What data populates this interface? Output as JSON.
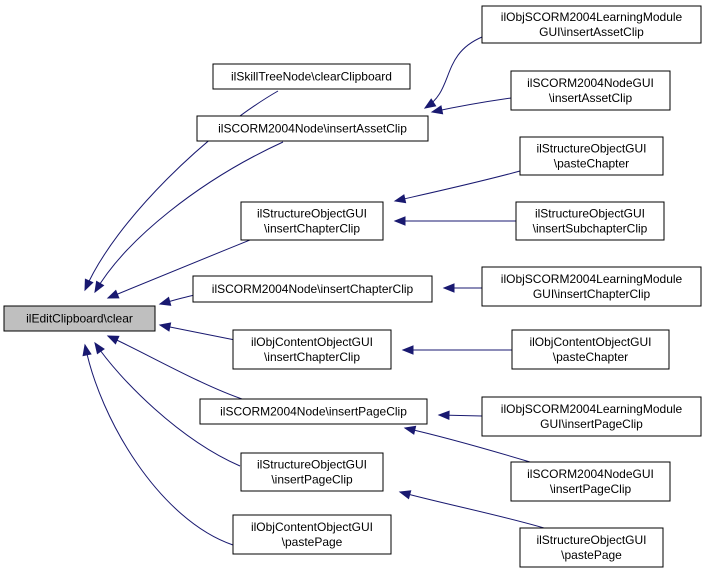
{
  "graph": {
    "edge_color": "#191970",
    "root_fill": "#bfbfbf",
    "nodes": [
      {
        "id": "root",
        "lines": [
          "ilEditClipboard\\clear"
        ]
      },
      {
        "id": "skilltree",
        "lines": [
          "ilSkillTreeNode\\clearClipboard"
        ]
      },
      {
        "id": "scorm_asset",
        "lines": [
          "ilSCORM2004Node\\insertAssetClip"
        ]
      },
      {
        "id": "lm_asset",
        "lines": [
          "ilObjSCORM2004LearningModule",
          "GUI\\insertAssetClip"
        ]
      },
      {
        "id": "nodegui_asset",
        "lines": [
          "ilSCORM2004NodeGUI",
          "\\insertAssetClip"
        ]
      },
      {
        "id": "sog_chapter",
        "lines": [
          "ilStructureObjectGUI",
          "\\insertChapterClip"
        ]
      },
      {
        "id": "sog_paste_chapter",
        "lines": [
          "ilStructureObjectGUI",
          "\\pasteChapter"
        ]
      },
      {
        "id": "sog_subchapter",
        "lines": [
          "ilStructureObjectGUI",
          "\\insertSubchapterClip"
        ]
      },
      {
        "id": "scorm_chapter",
        "lines": [
          "ilSCORM2004Node\\insertChapterClip"
        ]
      },
      {
        "id": "lm_chapter",
        "lines": [
          "ilObjSCORM2004LearningModule",
          "GUI\\insertChapterClip"
        ]
      },
      {
        "id": "cog_chapter",
        "lines": [
          "ilObjContentObjectGUI",
          "\\insertChapterClip"
        ]
      },
      {
        "id": "cog_paste_chapter",
        "lines": [
          "ilObjContentObjectGUI",
          "\\pasteChapter"
        ]
      },
      {
        "id": "scorm_page",
        "lines": [
          "ilSCORM2004Node\\insertPageClip"
        ]
      },
      {
        "id": "lm_page",
        "lines": [
          "ilObjSCORM2004LearningModule",
          "GUI\\insertPageClip"
        ]
      },
      {
        "id": "nodegui_page",
        "lines": [
          "ilSCORM2004NodeGUI",
          "\\insertPageClip"
        ]
      },
      {
        "id": "sog_page",
        "lines": [
          "ilStructureObjectGUI",
          "\\insertPageClip"
        ]
      },
      {
        "id": "sog_paste_page",
        "lines": [
          "ilStructureObjectGUI",
          "\\pastePage"
        ]
      },
      {
        "id": "cog_paste_page",
        "lines": [
          "ilObjContentObjectGUI",
          "\\pastePage"
        ]
      }
    ],
    "edges": [
      {
        "from": "skilltree",
        "to": "root"
      },
      {
        "from": "scorm_asset",
        "to": "root"
      },
      {
        "from": "sog_chapter",
        "to": "root"
      },
      {
        "from": "scorm_chapter",
        "to": "root"
      },
      {
        "from": "cog_chapter",
        "to": "root"
      },
      {
        "from": "scorm_page",
        "to": "root"
      },
      {
        "from": "sog_page",
        "to": "root"
      },
      {
        "from": "cog_paste_page",
        "to": "root"
      },
      {
        "from": "lm_asset",
        "to": "scorm_asset"
      },
      {
        "from": "nodegui_asset",
        "to": "scorm_asset"
      },
      {
        "from": "sog_paste_chapter",
        "to": "sog_chapter"
      },
      {
        "from": "sog_subchapter",
        "to": "sog_chapter"
      },
      {
        "from": "lm_chapter",
        "to": "scorm_chapter"
      },
      {
        "from": "cog_paste_chapter",
        "to": "cog_chapter"
      },
      {
        "from": "lm_page",
        "to": "scorm_page"
      },
      {
        "from": "nodegui_page",
        "to": "scorm_page"
      },
      {
        "from": "sog_paste_page",
        "to": "sog_page"
      }
    ]
  }
}
